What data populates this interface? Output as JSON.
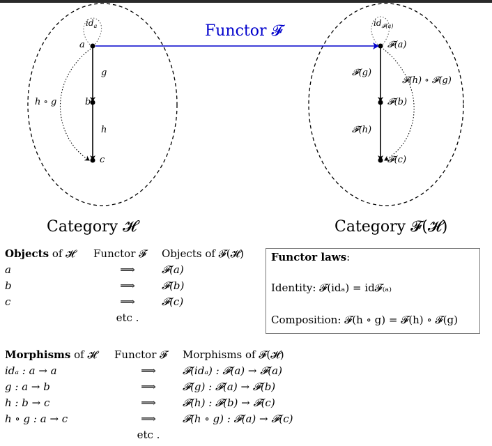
{
  "diagram": {
    "functor_label": "Functor 𝓕",
    "left_category_label": "Category 𝓗",
    "right_category_label": "Category 𝓕(𝓗)",
    "left": {
      "objects": [
        "a",
        "b",
        "c"
      ],
      "identity_label": "id",
      "identity_sub": "a",
      "arrow_g": "g",
      "arrow_h": "h",
      "composite": "h ∘ g"
    },
    "right": {
      "objects": [
        "𝓕(a)",
        "𝓕(b)",
        "𝓕(c)"
      ],
      "identity_label": "id",
      "identity_sub": "𝓕(a)",
      "arrow_g": "𝓕(g)",
      "arrow_h": "𝓕(h)",
      "composite": "𝓕(h) ∘ 𝓕(g)"
    },
    "colors": {
      "functor_arrow": "#0000cc",
      "ink": "#000000"
    }
  },
  "objects_table": {
    "header": {
      "col1_bold": "Objects",
      "col1_rest": " of 𝓗",
      "col2": "Functor 𝓕",
      "col3": "Objects of 𝓕(𝓗)"
    },
    "rows": [
      {
        "src": "a",
        "arrow": "⟹",
        "dst": "𝓕(a)"
      },
      {
        "src": "b",
        "arrow": "⟹",
        "dst": "𝓕(b)"
      },
      {
        "src": "c",
        "arrow": "⟹",
        "dst": "𝓕(c)"
      }
    ],
    "etc": "etc ."
  },
  "functor_laws": {
    "title": "Functor laws",
    "title_suffix": ":",
    "identity": "Identity:  𝓕(idₐ) = id𝓕₍ₐ₎",
    "composition": "Composition:  𝓕(h ∘ g) = 𝓕(h) ∘ 𝓕(g)"
  },
  "morphisms_table": {
    "header": {
      "col1_bold": "Morphisms",
      "col1_rest": " of 𝓗",
      "col2": "Functor 𝓕",
      "col3": "Morphisms of 𝓕(𝓗)"
    },
    "rows": [
      {
        "src": "idₐ : a → a",
        "arrow": "⟹",
        "dst": "𝓕(idₐ) : 𝓕(a) → 𝓕(a)"
      },
      {
        "src": "g : a → b",
        "arrow": "⟹",
        "dst": "𝓕(g) : 𝓕(a) → 𝓕(b)"
      },
      {
        "src": "h : b → c",
        "arrow": "⟹",
        "dst": "𝓕(h) : 𝓕(b) → 𝓕(c)"
      },
      {
        "src": "h ∘ g : a → c",
        "arrow": "⟹",
        "dst": "𝓕(h ∘ g) : 𝓕(a) → 𝓕(c)"
      }
    ],
    "etc": "etc ."
  }
}
